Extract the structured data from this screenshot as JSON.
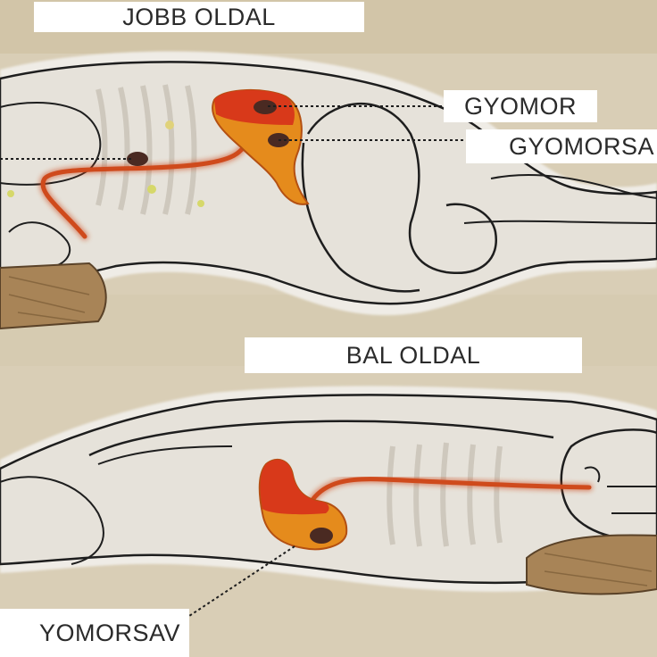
{
  "labels": {
    "right_side": "JOBB OLDAL",
    "stomach": "GYOMOR",
    "stomach_acid_top": "GYOMORSA",
    "left_side": "BAL OLDAL",
    "stomach_acid_bottom": "YOMORSAV"
  },
  "colors": {
    "background": "#d9ceb6",
    "body_fill": "#e6e2da",
    "outline": "#1e1e1e",
    "stomach_top_red": "#d8391a",
    "stomach_orange": "#e58b1c",
    "esophagus": "#cf4a1c",
    "acid_spot": "#4a2a22",
    "pillow": "#a88457",
    "label_bg": "#ffffff"
  }
}
